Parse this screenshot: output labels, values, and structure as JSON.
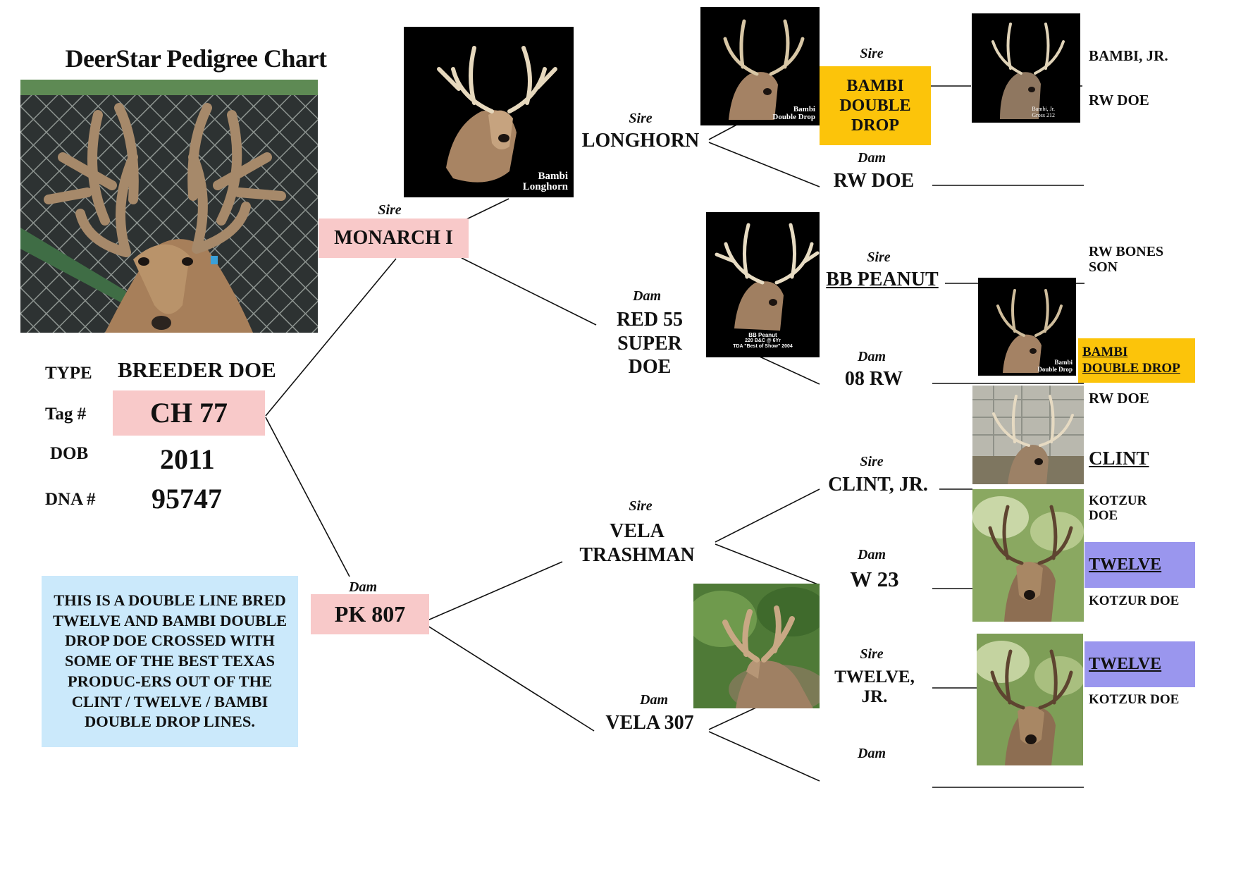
{
  "title": "DeerStar Pedigree Chart",
  "subject": {
    "type_label": "TYPE",
    "type_value": "BREEDER DOE",
    "tag_label": "Tag #",
    "tag_value": "CH 77",
    "dob_label": "DOB",
    "dob_value": "2011",
    "dna_label": "DNA #",
    "dna_value": "95747"
  },
  "note": "THIS IS A DOUBLE LINE BRED TWELVE AND BAMBI DOUBLE DROP DOE CROSSED WITH SOME OF THE BEST TEXAS PRODUC-ERS OUT OF THE CLINT / TWELVE / BAMBI DOUBLE DROP LINES.",
  "role_labels": {
    "sire": "Sire",
    "dam": "Dam"
  },
  "parents": {
    "sire": "MONARCH I",
    "dam": "PK 807"
  },
  "grandparents": {
    "sire_sire": "LONGHORN",
    "sire_dam": [
      "RED 55",
      "SUPER",
      "DOE"
    ],
    "dam_sire": [
      "VELA",
      "TRASHMAN"
    ],
    "dam_dam": "VELA 307"
  },
  "great_grandparents": {
    "g1": [
      "BAMBI",
      "DOUBLE",
      "DROP"
    ],
    "g2": "RW DOE",
    "g3": "BB PEANUT",
    "g4": "08 RW",
    "g5": "CLINT, JR.",
    "g6": "W 23",
    "g7": [
      "TWELVE,",
      "JR."
    ],
    "g8": ""
  },
  "fourth_gen": {
    "a1": "BAMBI, JR.",
    "a2": "RW DOE",
    "a3": [
      "RW BONES",
      "SON"
    ],
    "a4": [
      "BAMBI",
      "DOUBLE DROP"
    ],
    "a5": "RW DOE",
    "a6": "CLINT",
    "a7": [
      "KOTZUR",
      "DOE"
    ],
    "a8": "TWELVE",
    "a9": "KOTZUR DOE",
    "a10": "TWELVE",
    "a11": "KOTZUR DOE"
  },
  "photo_captions": {
    "longhorn": [
      "Bambi",
      "Longhorn"
    ],
    "double_drop": [
      "Bambi",
      "Double Drop"
    ],
    "bambi_jr": [
      "Bambi, Jr.",
      "Gross 212"
    ],
    "bb_peanut": [
      "BB Peanut",
      "220 B&C @ 6Yr",
      "TDA \"Best of Show\" 2004"
    ],
    "double_drop_2": [
      "Bambi",
      "Double Drop"
    ]
  },
  "colors": {
    "pink_box": "#f8c9c9",
    "gold_box": "#fcc40a",
    "violet_box": "#9a96ee",
    "note_box": "#cbe9fb"
  }
}
